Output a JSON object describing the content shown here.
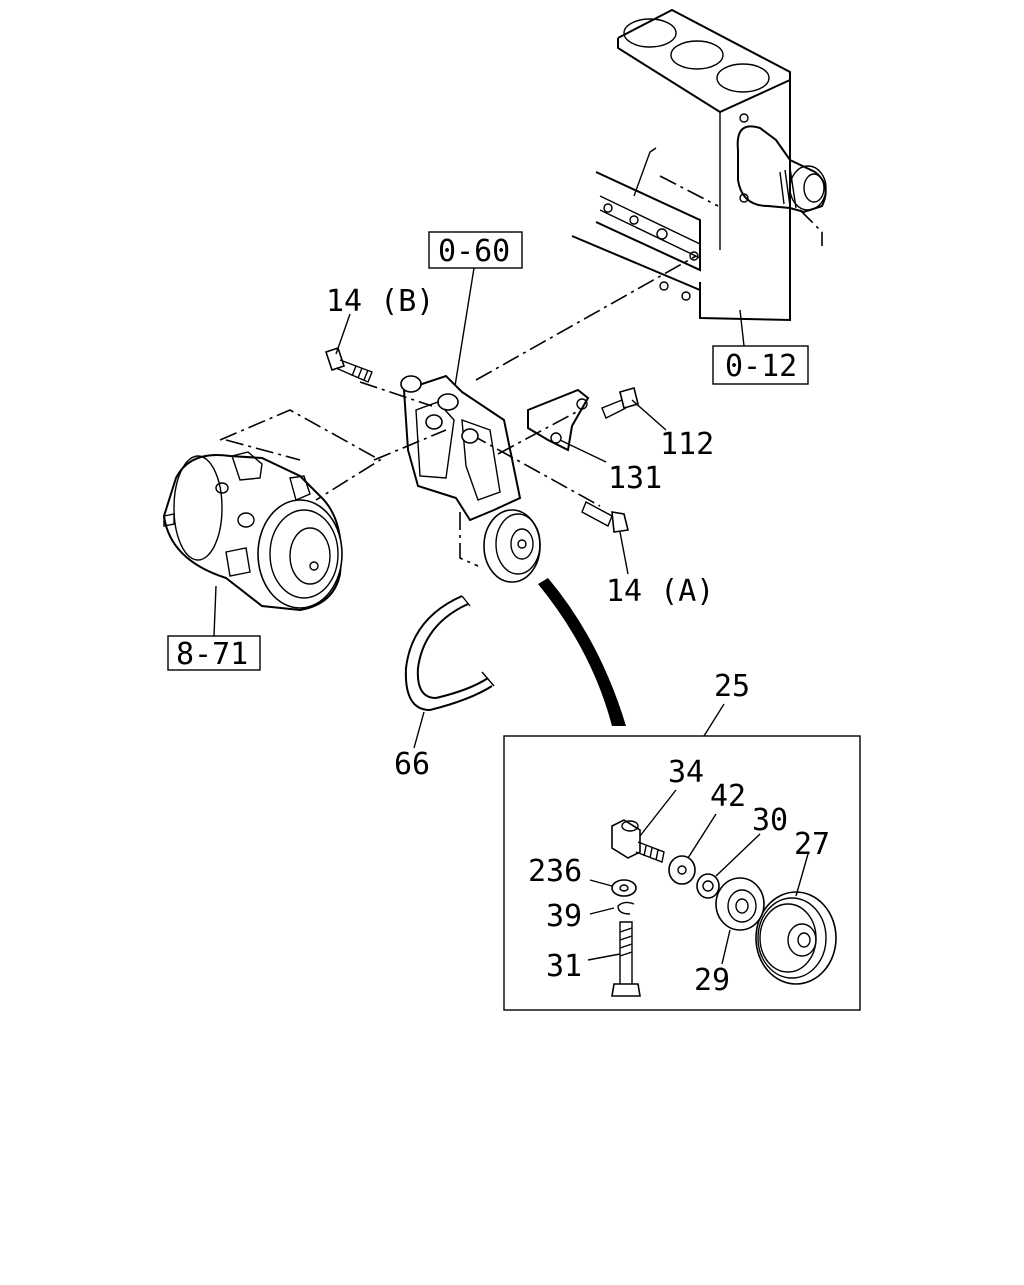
{
  "diagram": {
    "references": {
      "engine_block": "0-12",
      "bracket": "0-60",
      "compressor": "8-71"
    },
    "callouts": {
      "bolt_b": "14 (B)",
      "bolt_a": "14 (A)",
      "bolt_112": "112",
      "bracket_131": "131",
      "belt": "66",
      "idler_assembly": "25",
      "bolt_34": "34",
      "washer_42": "42",
      "washer_30": "30",
      "pulley_27": "27",
      "plate_29": "29",
      "washer_236": "236",
      "ring_39": "39",
      "bolt_31": "31"
    },
    "colors": {
      "line": "#000000",
      "background": "#ffffff"
    }
  }
}
